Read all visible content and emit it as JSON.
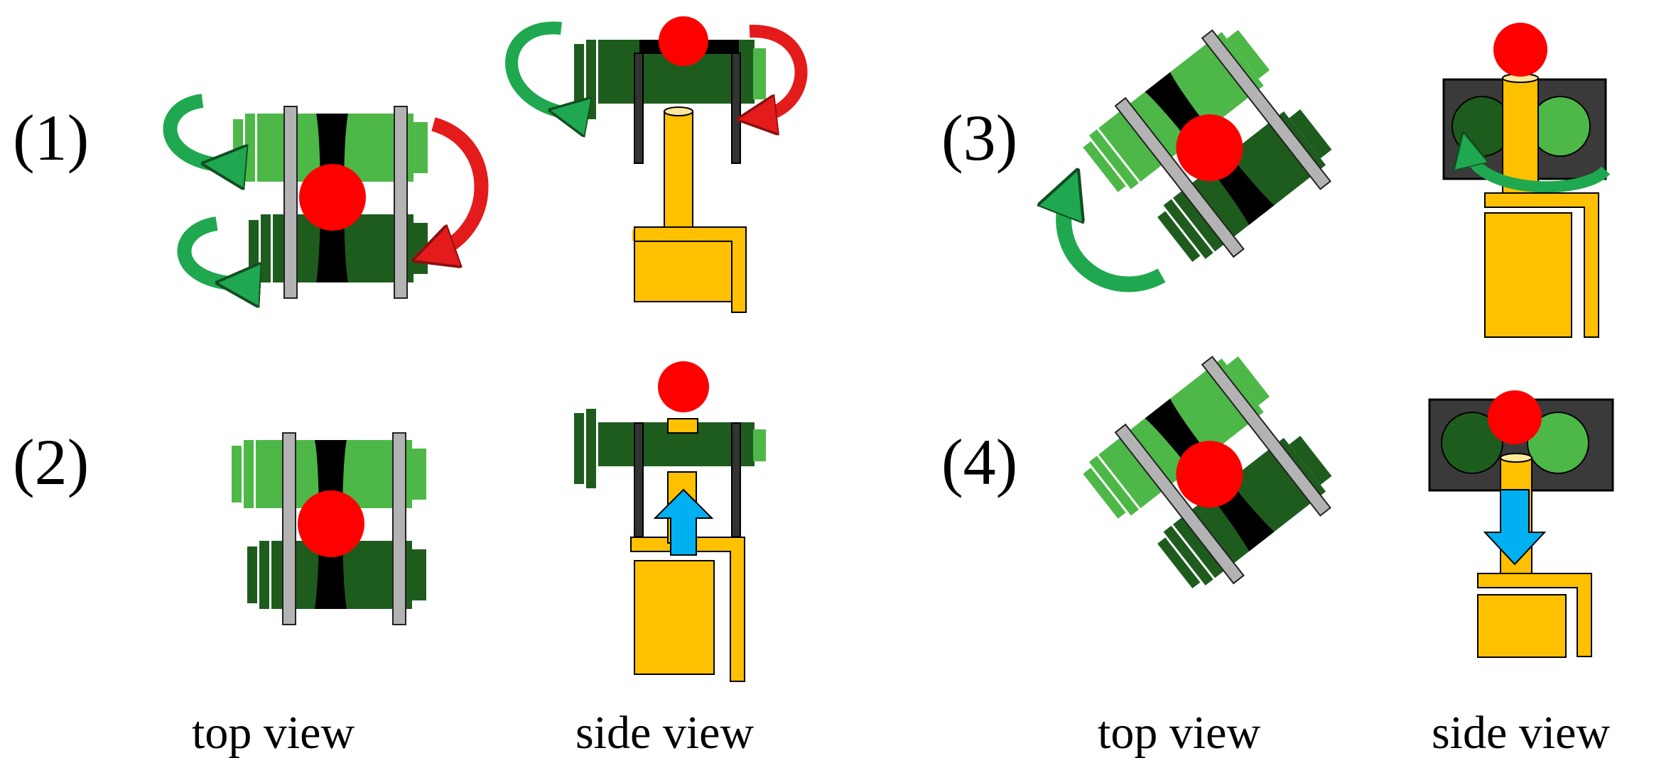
{
  "steps": [
    "(1)",
    "(2)",
    "(3)",
    "(4)"
  ],
  "view_labels": [
    "top view",
    "side view",
    "top view",
    "side view"
  ],
  "colors": {
    "light_green": "#4db848",
    "dark_green": "#1e5c1e",
    "black": "#000000",
    "plate_gray": "#b3b3b3",
    "ball_red": "#ff0000",
    "arrow_green": "#1fa84f",
    "arrow_red": "#e31b1b",
    "stand_yellow": "#ffc000",
    "arrow_blue": "#00b0f0",
    "panel_dark": "#3a3a3a"
  }
}
